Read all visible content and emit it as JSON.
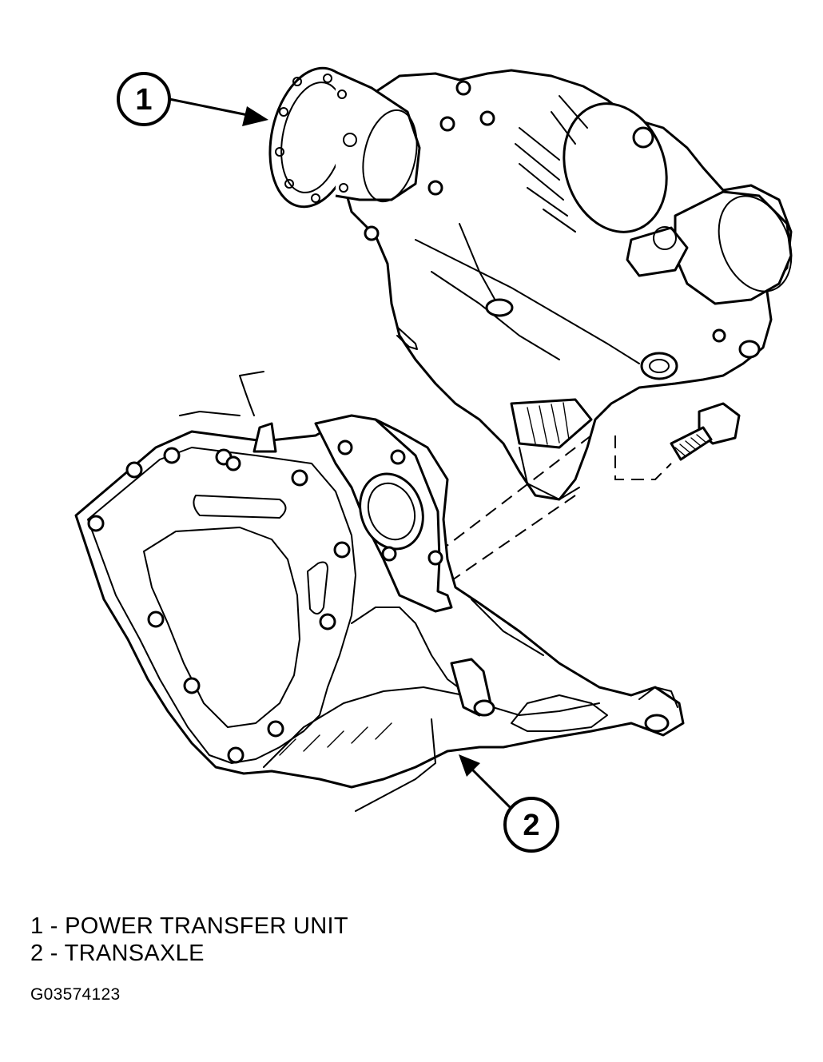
{
  "callouts": [
    {
      "number": "1"
    },
    {
      "number": "2"
    }
  ],
  "legend": [
    {
      "text": "1 - POWER TRANSFER UNIT"
    },
    {
      "text": "2 - TRANSAXLE"
    }
  ],
  "figure_id": "G03574123",
  "colors": {
    "line": "#000000",
    "background": "#ffffff"
  }
}
